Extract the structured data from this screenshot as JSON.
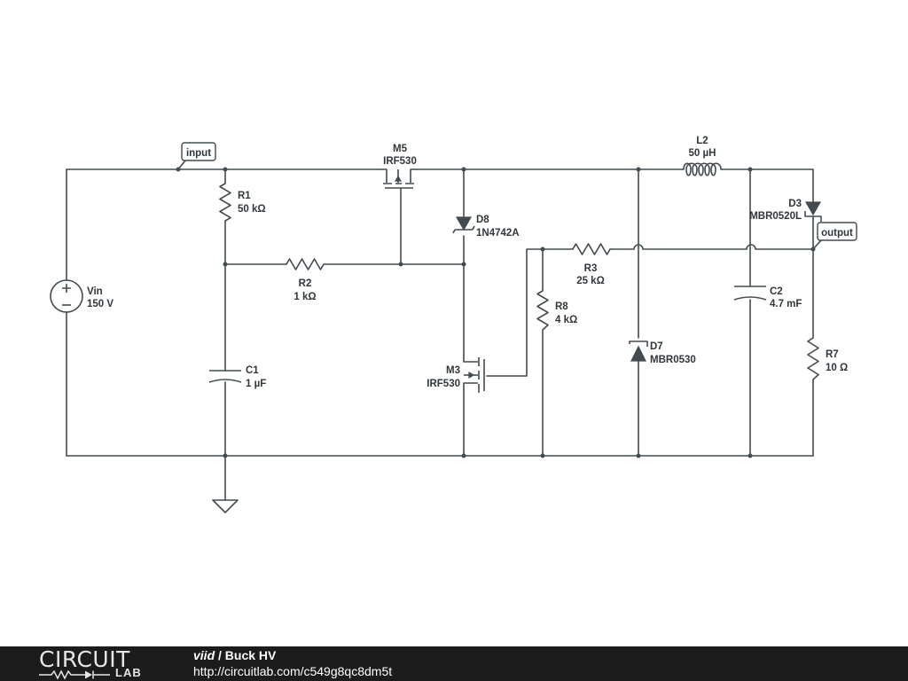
{
  "components": {
    "vin": {
      "name": "Vin",
      "value": "150 V"
    },
    "r1": {
      "name": "R1",
      "value": "50 kΩ"
    },
    "r2": {
      "name": "R2",
      "value": "1 kΩ"
    },
    "r3": {
      "name": "R3",
      "value": "25 kΩ"
    },
    "r7": {
      "name": "R7",
      "value": "10 Ω"
    },
    "r8": {
      "name": "R8",
      "value": "4 kΩ"
    },
    "c1": {
      "name": "C1",
      "value": "1 µF"
    },
    "c2": {
      "name": "C2",
      "value": "4.7 mF"
    },
    "l2": {
      "name": "L2",
      "value": "50 µH"
    },
    "m5": {
      "name": "M5",
      "value": "IRF530"
    },
    "m3": {
      "name": "M3",
      "value": "IRF530"
    },
    "d8": {
      "name": "D8",
      "value": "1N4742A"
    },
    "d7": {
      "name": "D7",
      "value": "MBR0530"
    },
    "d3": {
      "name": "D3",
      "value": "MBR0520L"
    }
  },
  "nets": {
    "input": "input",
    "output": "output"
  },
  "footer": {
    "logo_top": "CIRCUIT",
    "logo_bottom": "LAB",
    "author": "viid",
    "separator": " / ",
    "circuit_name": "Buck HV",
    "url": "http://circuitlab.com/c549g8qc8dm5t"
  }
}
